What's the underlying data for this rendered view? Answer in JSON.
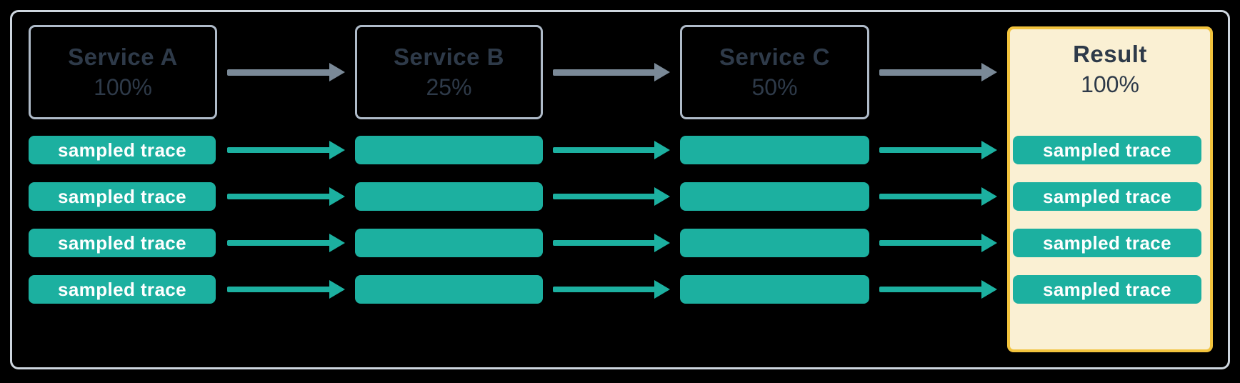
{
  "colors": {
    "background": "#000000",
    "teal": "#1CB0A0",
    "arrow_gray": "#7A8997",
    "service_border": "#AFBBC9",
    "container_border": "#CED6DF",
    "text_slate": "#2E3A49",
    "result_bg": "#FAF0D3",
    "result_border": "#F2C33D",
    "pill_text": "#FFFFFF"
  },
  "columns": {
    "service_a": {
      "title": "Service A",
      "percent": "100%"
    },
    "service_b": {
      "title": "Service B",
      "percent": "25%"
    },
    "service_c": {
      "title": "Service C",
      "percent": "50%"
    },
    "result": {
      "title": "Result",
      "percent": "100%"
    }
  },
  "trace_label": "sampled trace",
  "rows": 4
}
